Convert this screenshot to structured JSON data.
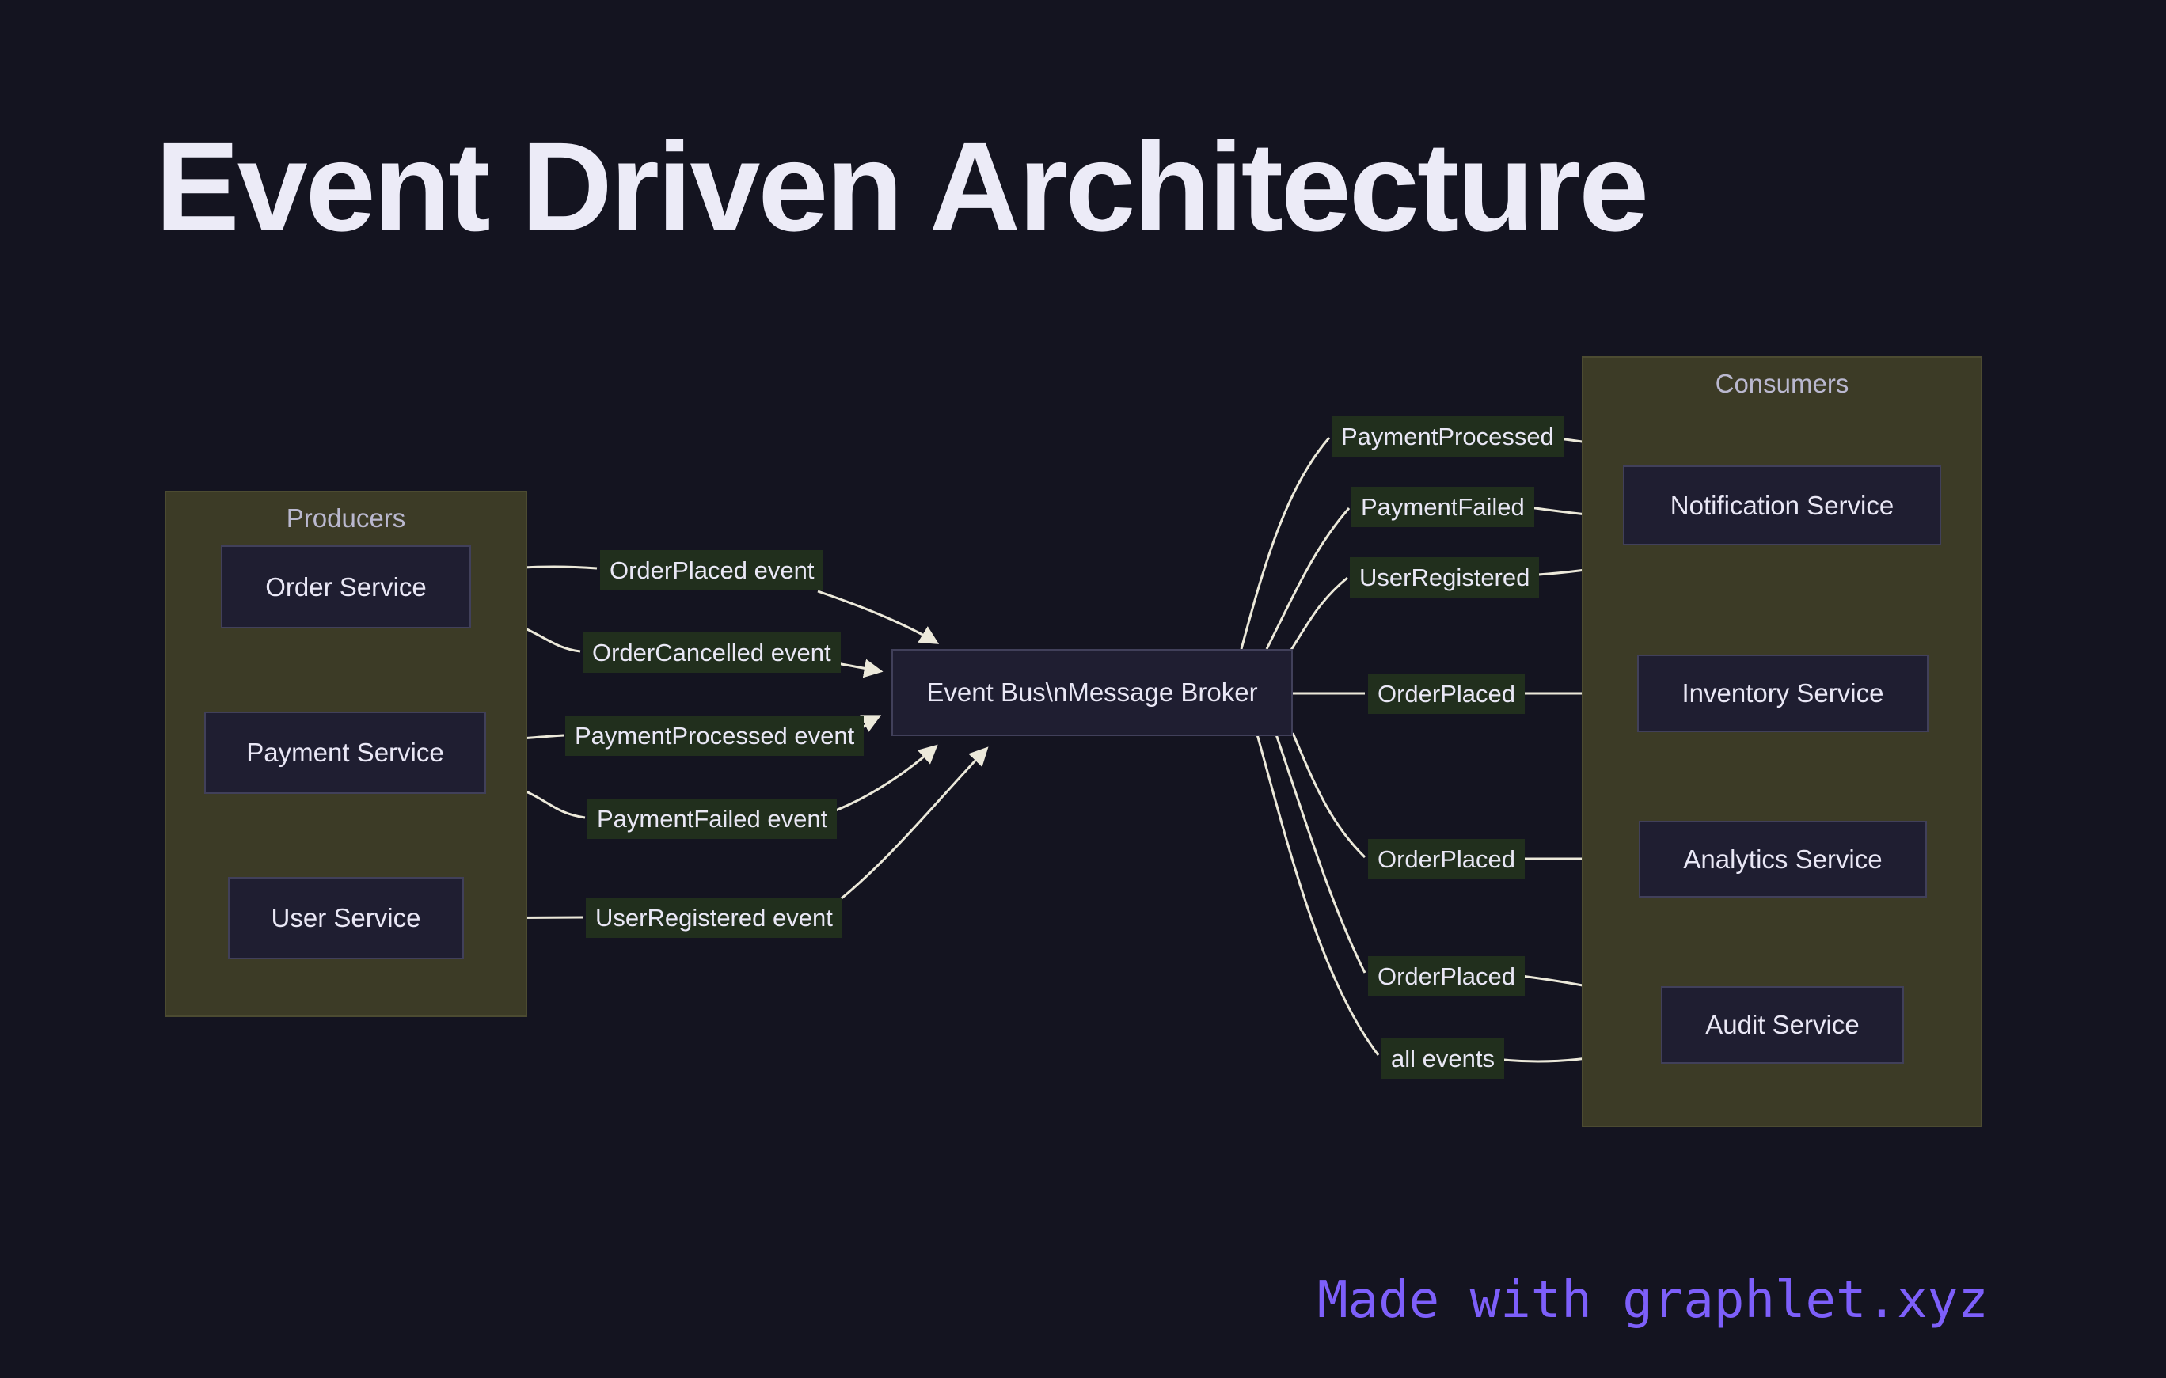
{
  "title": {
    "text": "Event Driven Architecture"
  },
  "producers": {
    "title": "Producers",
    "nodes": [
      {
        "label": "Order Service"
      },
      {
        "label": "Payment Service"
      },
      {
        "label": "User Service"
      }
    ]
  },
  "bus": {
    "label": "Event Bus\\nMessage Broker"
  },
  "consumers": {
    "title": "Consumers",
    "nodes": [
      {
        "label": "Notification Service"
      },
      {
        "label": "Inventory Service"
      },
      {
        "label": "Analytics Service"
      },
      {
        "label": "Audit Service"
      }
    ]
  },
  "edge_labels": {
    "left": [
      {
        "text": "OrderPlaced event"
      },
      {
        "text": "OrderCancelled event"
      },
      {
        "text": "PaymentProcessed event"
      },
      {
        "text": "PaymentFailed event"
      },
      {
        "text": "UserRegistered event"
      }
    ],
    "right": [
      {
        "text": "PaymentProcessed"
      },
      {
        "text": "PaymentFailed"
      },
      {
        "text": "UserRegistered"
      },
      {
        "text": "OrderPlaced"
      },
      {
        "text": "OrderPlaced"
      },
      {
        "text": "OrderPlaced"
      },
      {
        "text": "all events"
      }
    ]
  },
  "footer": {
    "text": "Made with graphlet.xyz"
  },
  "colors": {
    "background": "#141420",
    "group_fill": "#3c3b26",
    "node_fill": "#1f1e31",
    "edge_label_fill": "#212f1d",
    "edge_stroke": "#ece9da",
    "accent_purple": "#7d5ffa"
  }
}
